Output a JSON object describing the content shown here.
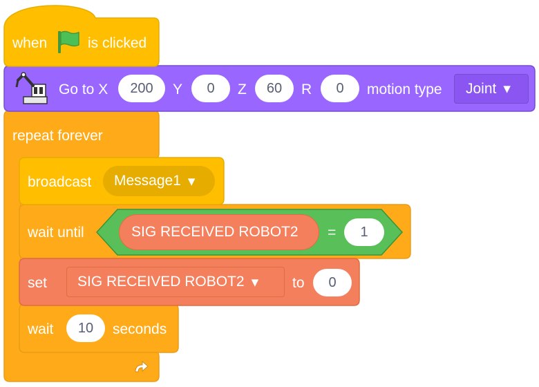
{
  "hat_block": {
    "when_label": "when",
    "flag_icon": "green-flag-icon",
    "clicked_label": "is clicked"
  },
  "goto_block": {
    "robot_icon": "robot-arm-icon",
    "goto_label": "Go to X",
    "x_value": "200",
    "y_label": "Y",
    "y_value": "0",
    "z_label": "Z",
    "z_value": "60",
    "r_label": "R",
    "r_value": "0",
    "motion_label": "motion type",
    "motion_value": "Joint"
  },
  "repeat_block": {
    "label": "repeat forever",
    "loop_icon": "loop-arrow-icon"
  },
  "broadcast_block": {
    "label": "broadcast",
    "message_value": "Message1"
  },
  "wait_until_block": {
    "label": "wait until",
    "variable": "SIG RECEIVED ROBOT2",
    "operator": "=",
    "compare_value": "1"
  },
  "set_block": {
    "label": "set",
    "variable": "SIG RECEIVED ROBOT2",
    "to_label": "to",
    "value": "0"
  },
  "wait_block": {
    "label": "wait",
    "value": "10",
    "unit_label": "seconds"
  },
  "colors": {
    "events": "#FFBF00",
    "events_dark": "#E6AC00",
    "control": "#FFAB19",
    "control_dark": "#EC9C13",
    "robot": "#9966FF",
    "robot_dark": "#774DCB",
    "operators": "#59C059",
    "operators_dark": "#389438",
    "variables": "#FF8C1A",
    "list_var": "#FF7F50",
    "list_var_dark": "#E06C3F"
  },
  "dropdown_caret": "▾"
}
